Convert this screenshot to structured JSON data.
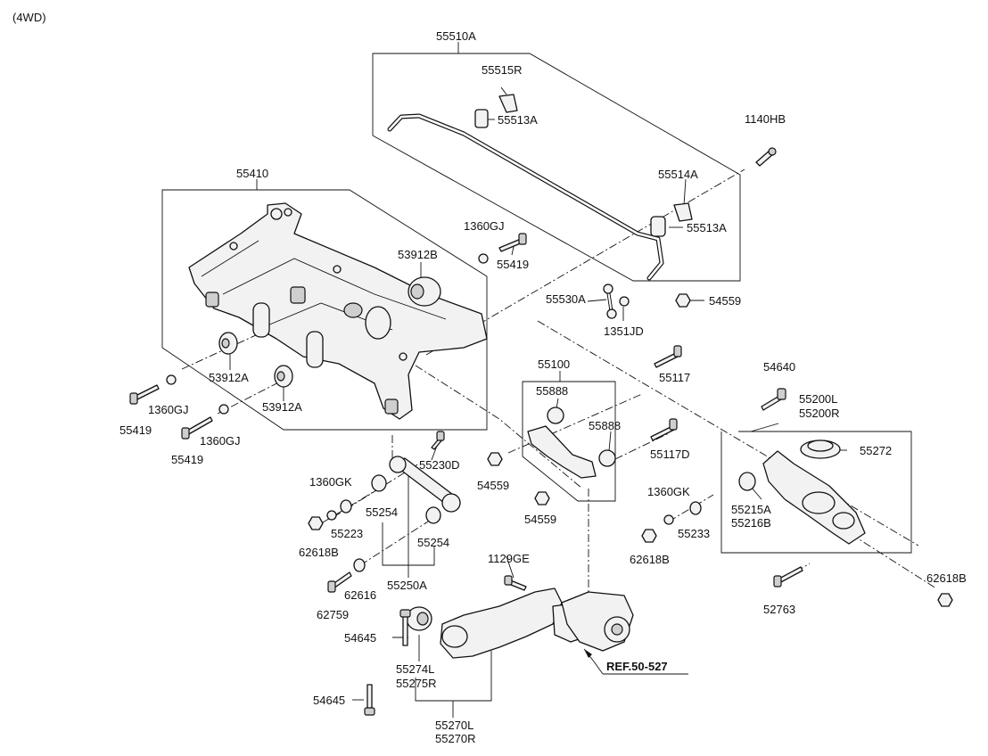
{
  "header": {
    "variant": "(4WD)"
  },
  "labels": {
    "p55510A": "55510A",
    "p55515R": "55515R",
    "p55513A_top": "55513A",
    "p1140HB": "1140HB",
    "p55514A": "55514A",
    "p55513A_right": "55513A",
    "p55410": "55410",
    "p1360GJ_top": "1360GJ",
    "p55419_top": "55419",
    "p53912B": "53912B",
    "p55530A": "55530A",
    "p54559_top": "54559",
    "p1351JD": "1351JD",
    "p53912A_1": "53912A",
    "p53912A_2": "53912A",
    "p1360GJ_left": "1360GJ",
    "p1360GJ_left2": "1360GJ",
    "p55419_left": "55419",
    "p55419_left2": "55419",
    "p55100": "55100",
    "p55117": "55117",
    "p55888_1": "55888",
    "p55888_2": "55888",
    "p54640": "54640",
    "p55200L": "55200L",
    "p55200R": "55200R",
    "p55272": "55272",
    "p55117D": "55117D",
    "p55230D": "55230D",
    "p1360GK_left": "1360GK",
    "p54559_mid": "54559",
    "p54559_low": "54559",
    "p55223": "55223",
    "p55254_1": "55254",
    "p55254_2": "55254",
    "p62618B_left": "62618B",
    "p1360GK_right": "1360GK",
    "p55233": "55233",
    "p55215A": "55215A",
    "p55216B": "55216B",
    "p62618B_mid": "62618B",
    "p62618B_right": "62618B",
    "p55250A": "55250A",
    "p62616": "62616",
    "p1129GE": "1129GE",
    "p62759": "62759",
    "p52763": "52763",
    "p54645_1": "54645",
    "p55274L": "55274L",
    "p55275R": "55275R",
    "p54645_2": "54645",
    "p55270L": "55270L",
    "p55270R": "55270R",
    "ref": "REF.50-527"
  }
}
